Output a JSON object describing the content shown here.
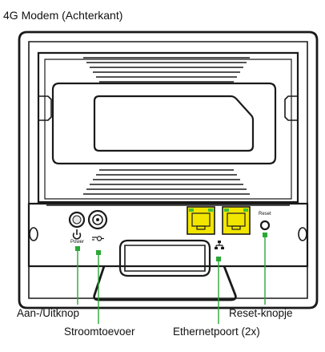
{
  "diagram": {
    "title": "4G Modem (Achterkant)",
    "accent_color": "#2aa836",
    "port_color": "#f2e600",
    "led_color": "#3fbf3f",
    "port_labels": {
      "power": "Power",
      "reset": "Reset"
    },
    "icons": {
      "power_icon": "power-icon",
      "dc_icon": "dc-input-icon",
      "ethernet_icon": "network-icon"
    },
    "callouts": [
      {
        "id": "power_button",
        "label": "Aan-/Uitknop"
      },
      {
        "id": "power_input",
        "label": "Stroomtoevoer"
      },
      {
        "id": "ethernet",
        "label": "Ethernetpoort (2x)"
      },
      {
        "id": "reset",
        "label": "Reset-knopje"
      }
    ]
  }
}
